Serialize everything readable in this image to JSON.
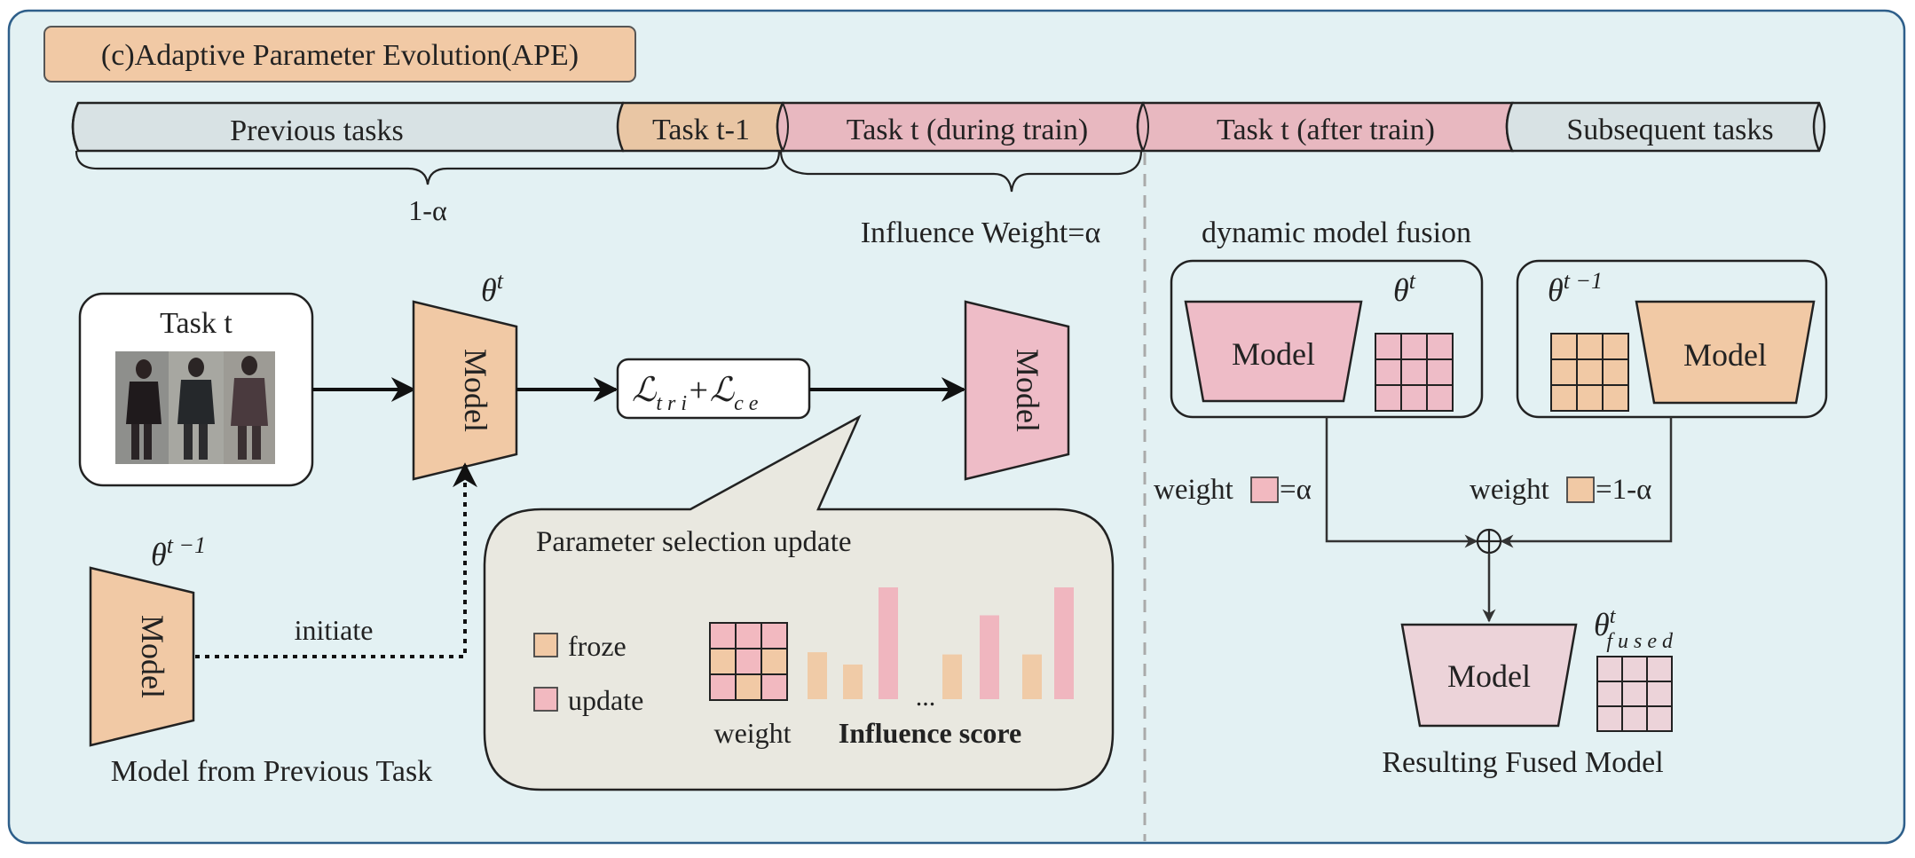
{
  "title": "(c)Adaptive Parameter Evolution(APE)",
  "timeline": {
    "segments": [
      {
        "label": "Previous tasks",
        "color": "#d8e2e4"
      },
      {
        "label": "Task t-1",
        "color": "#e9c6a4"
      },
      {
        "label": "Task t (during train)",
        "color": "#e8b8c0"
      },
      {
        "label": "Task t (after train)",
        "color": "#e8b8c0"
      },
      {
        "label": "Subsequent tasks",
        "color": "#d8e2e4"
      }
    ],
    "brace_left_label": "1-α",
    "brace_right_label": "Influence Weight=α"
  },
  "left": {
    "task_box_label": "Task t",
    "model_label": "Model",
    "theta_t": "θ",
    "theta_t_sup": "t",
    "loss_L1": "ℒ",
    "loss_sub1": "t r i",
    "loss_plus": "+",
    "loss_L2": "ℒ",
    "loss_sub2": "c e",
    "prev_theta": "θ",
    "prev_theta_sup": "t −1",
    "initiate_label": "initiate",
    "prev_model_caption": "Model from Previous Task"
  },
  "param_bubble": {
    "title": "Parameter selection update",
    "legend": [
      {
        "label": "froze",
        "color": "#f1c9a5"
      },
      {
        "label": "update",
        "color": "#f2b9c0"
      }
    ],
    "weight_label": "weight",
    "ellipsis": "...",
    "influence_label": "Influence score",
    "grid_colors": [
      "#f2b9c0",
      "#f2b9c0",
      "#f2b9c0",
      "#f1c9a5",
      "#f2b9c0",
      "#f1c9a5",
      "#f2b9c0",
      "#f1c9a5",
      "#f2b9c0"
    ],
    "bars": [
      {
        "value": 0.42,
        "kind": "froze"
      },
      {
        "value": 0.31,
        "kind": "froze"
      },
      {
        "value": 1.0,
        "kind": "update"
      },
      {
        "value": 0.4,
        "kind": "froze"
      },
      {
        "value": 0.75,
        "kind": "update"
      },
      {
        "value": 0.4,
        "kind": "froze"
      },
      {
        "value": 1.0,
        "kind": "update"
      }
    ]
  },
  "right": {
    "fusion_title": "dynamic model fusion",
    "model_label": "Model",
    "theta_t": "θ",
    "theta_t_sup": "t",
    "theta_prev": "θ",
    "theta_prev_sup": "t −1",
    "weight_word": "weight",
    "weight_left_eq": "=α",
    "weight_right_eq": "=1-α",
    "fused_theta": "θ",
    "fused_sup": "t",
    "fused_sub": "f u s e d",
    "result_caption": "Resulting Fused Model"
  },
  "colors": {
    "panel_bg": "#e3f1f3",
    "panel_border": "#2e5f8a",
    "title_bg": "#f1c9a5",
    "pink": "#e8b8c0",
    "pink_model": "#eebcc7",
    "peach_model": "#f1c9a5",
    "fused_model": "#ecd3d9",
    "bubble_bg": "#e9e8e0"
  }
}
